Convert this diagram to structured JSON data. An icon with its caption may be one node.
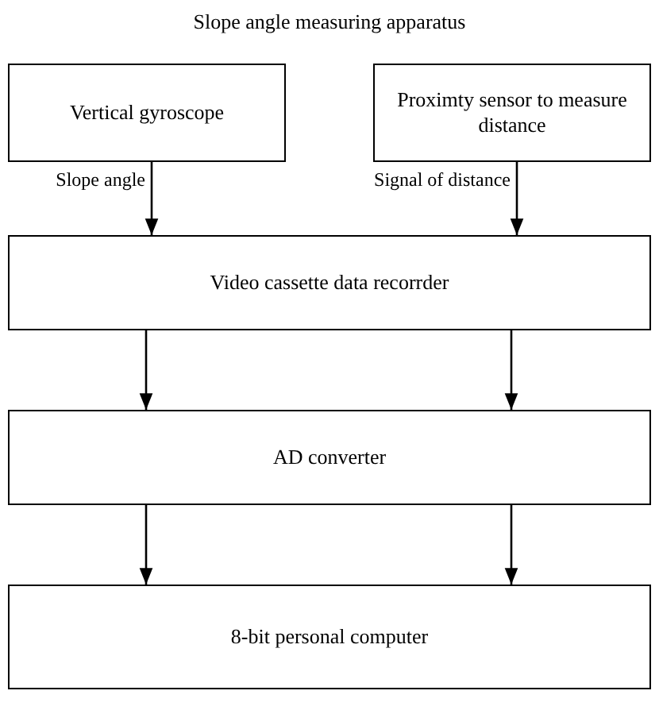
{
  "diagram": {
    "title": "Slope angle measuring apparatus",
    "nodes": [
      {
        "text": [
          "Vertical gyroscope"
        ]
      },
      {
        "text": [
          "Proximty sensor to measure distance"
        ]
      },
      {
        "text": [
          "Video cassette data recorrder"
        ]
      },
      {
        "text": [
          "AD converter"
        ]
      },
      {
        "text": [
          "8-bit personal computer"
        ]
      }
    ],
    "edges": [
      {
        "from": 0,
        "to": 2,
        "arrow": "to",
        "label": "Slope angle"
      },
      {
        "from": 1,
        "to": 2,
        "arrow": "to",
        "label": "Signal of distance"
      },
      {
        "from": 2,
        "to": 3,
        "arrow": "to"
      },
      {
        "from": 2,
        "to": 3,
        "arrow": "to"
      },
      {
        "from": 3,
        "to": 4,
        "arrow": "to"
      },
      {
        "from": 3,
        "to": 4,
        "arrow": "to"
      }
    ]
  }
}
